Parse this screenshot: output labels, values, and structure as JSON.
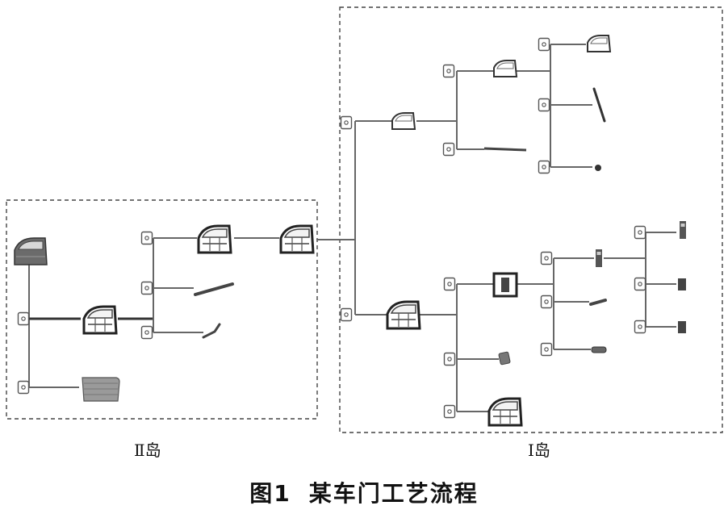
{
  "islands": {
    "island_2_label": "Ⅱ岛",
    "island_1_label": "Ⅰ岛"
  },
  "caption": {
    "figure_number": "图1",
    "title": "某车门工艺流程"
  }
}
